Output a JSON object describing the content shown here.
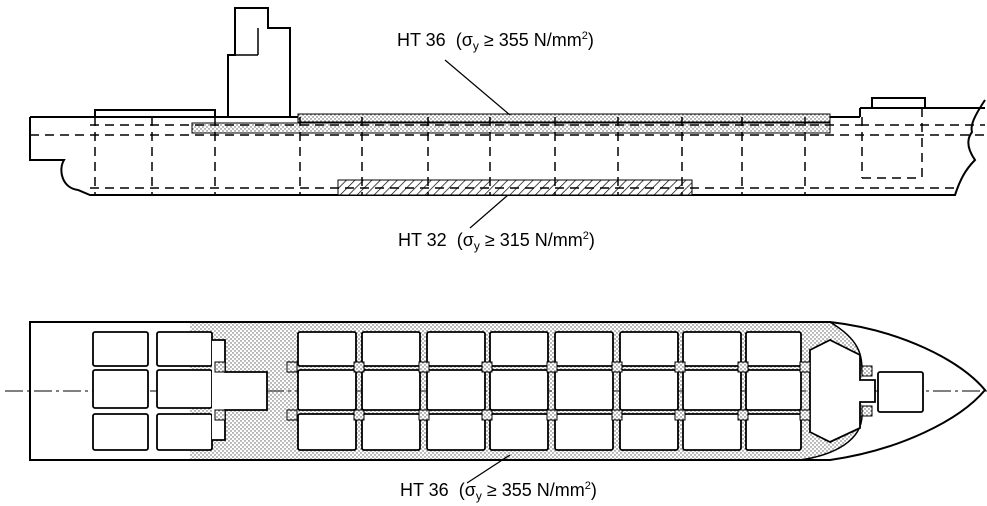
{
  "labels": {
    "top": {
      "grade": "HT 36",
      "open": "(σ",
      "sub": "y",
      "rel": " ≥ 355 N/mm",
      "sup": "2",
      "close": ")"
    },
    "middle": {
      "grade": "HT 32",
      "open": "(σ",
      "sub": "y",
      "rel": " ≥ 315 N/mm",
      "sup": "2",
      "close": ")"
    },
    "bottom": {
      "grade": "HT 36",
      "open": "(σ",
      "sub": "y",
      "rel": " ≥ 355 N/mm",
      "sup": "2",
      "close": ")"
    }
  },
  "colors": {
    "line": "#000000",
    "stipple": "#b8b8b8",
    "background": "#ffffff"
  }
}
